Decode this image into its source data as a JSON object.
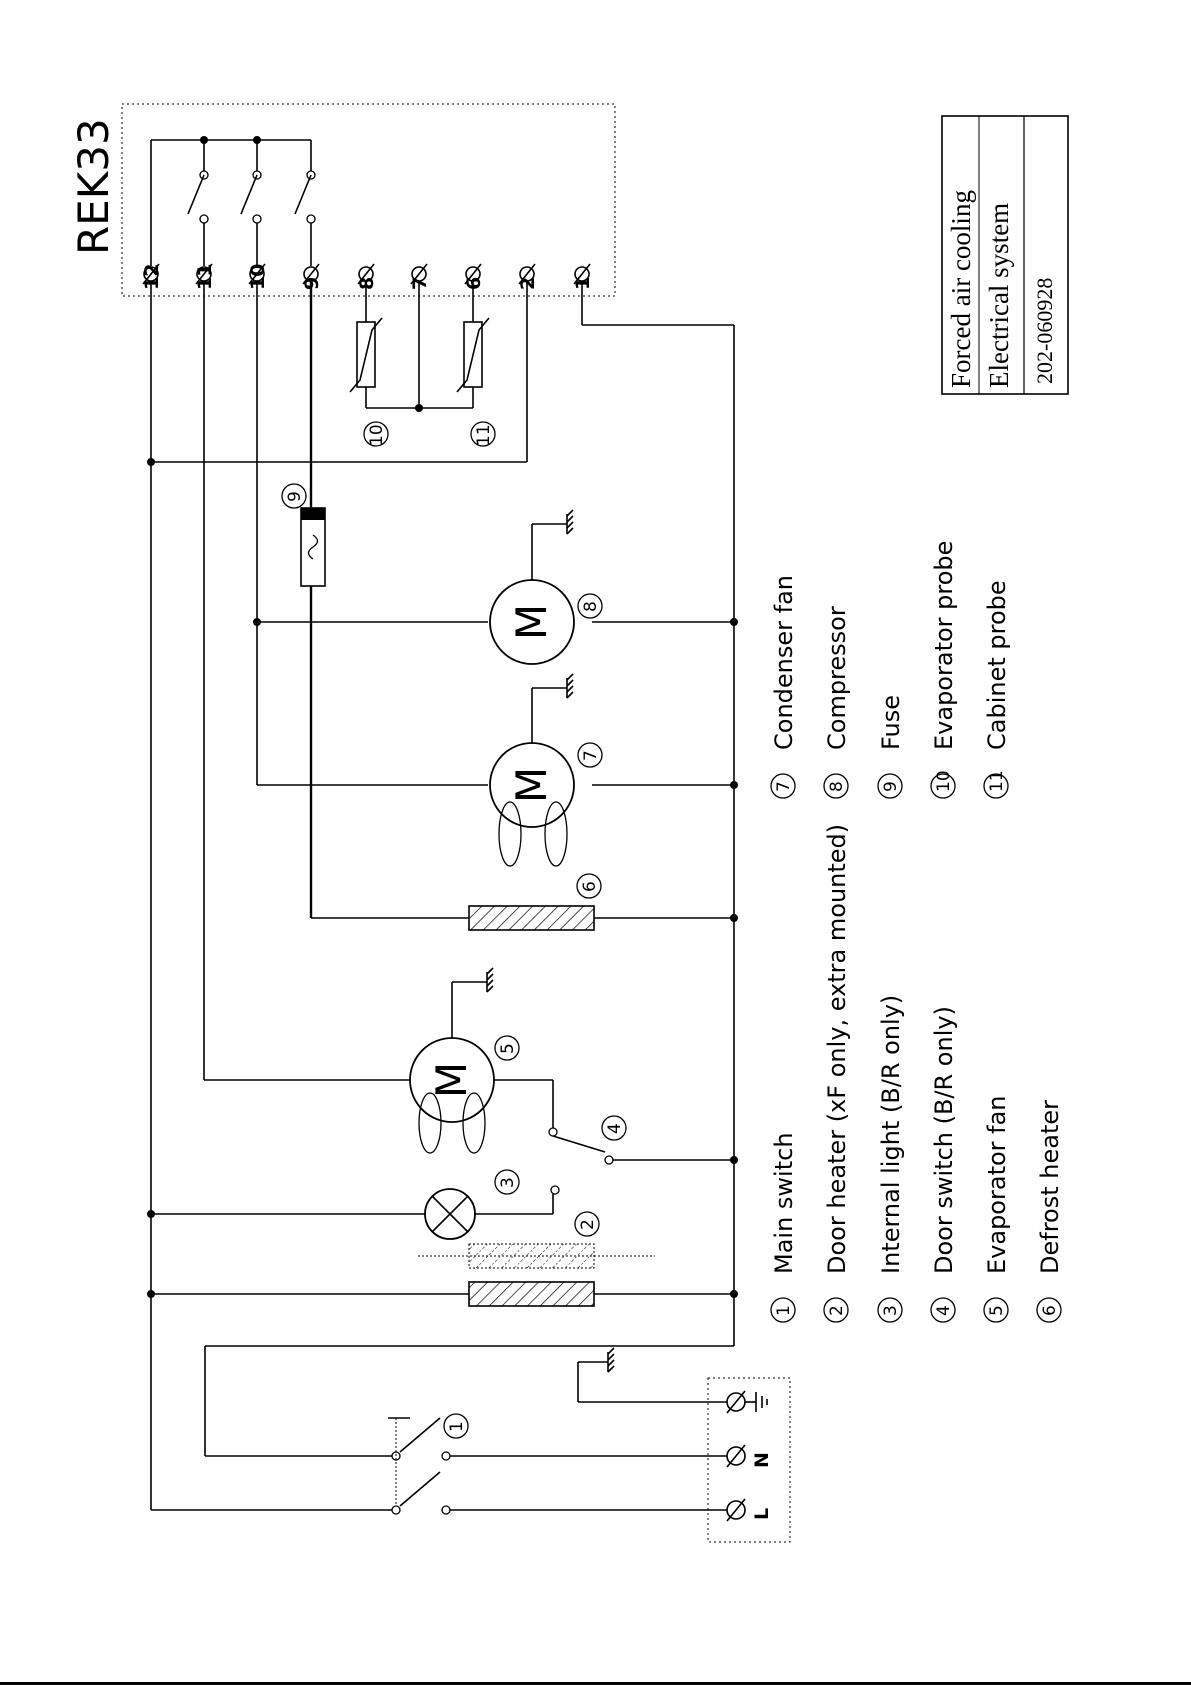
{
  "controller": {
    "title": "REK33",
    "terminals": [
      "12",
      "11",
      "10",
      "9",
      "8",
      "7",
      "6",
      "2",
      "1"
    ]
  },
  "mains": {
    "terminals": [
      "L",
      "N"
    ]
  },
  "component_numbers": [
    "1",
    "2",
    "3",
    "4",
    "5",
    "6",
    "7",
    "8",
    "9",
    "10",
    "11"
  ],
  "motor_symbol": "M",
  "legend": {
    "left": [
      {
        "num": "1",
        "text": "Main switch"
      },
      {
        "num": "2",
        "text": "Door heater (xF only, extra mounted)"
      },
      {
        "num": "3",
        "text": "Internal light (B/R only)"
      },
      {
        "num": "4",
        "text": "Door switch (B/R only)"
      },
      {
        "num": "5",
        "text": "Evaporator fan"
      },
      {
        "num": "6",
        "text": "Defrost heater"
      }
    ],
    "right": [
      {
        "num": "7",
        "text": "Condenser fan"
      },
      {
        "num": "8",
        "text": "Compressor"
      },
      {
        "num": "9",
        "text": "Fuse"
      },
      {
        "num": "10",
        "text": "Evaporator probe"
      },
      {
        "num": "11",
        "text": "Cabinet probe"
      }
    ]
  },
  "title_block": {
    "line1": "Forced air cooling",
    "line2": "Electrical system",
    "code": "202-060928"
  }
}
